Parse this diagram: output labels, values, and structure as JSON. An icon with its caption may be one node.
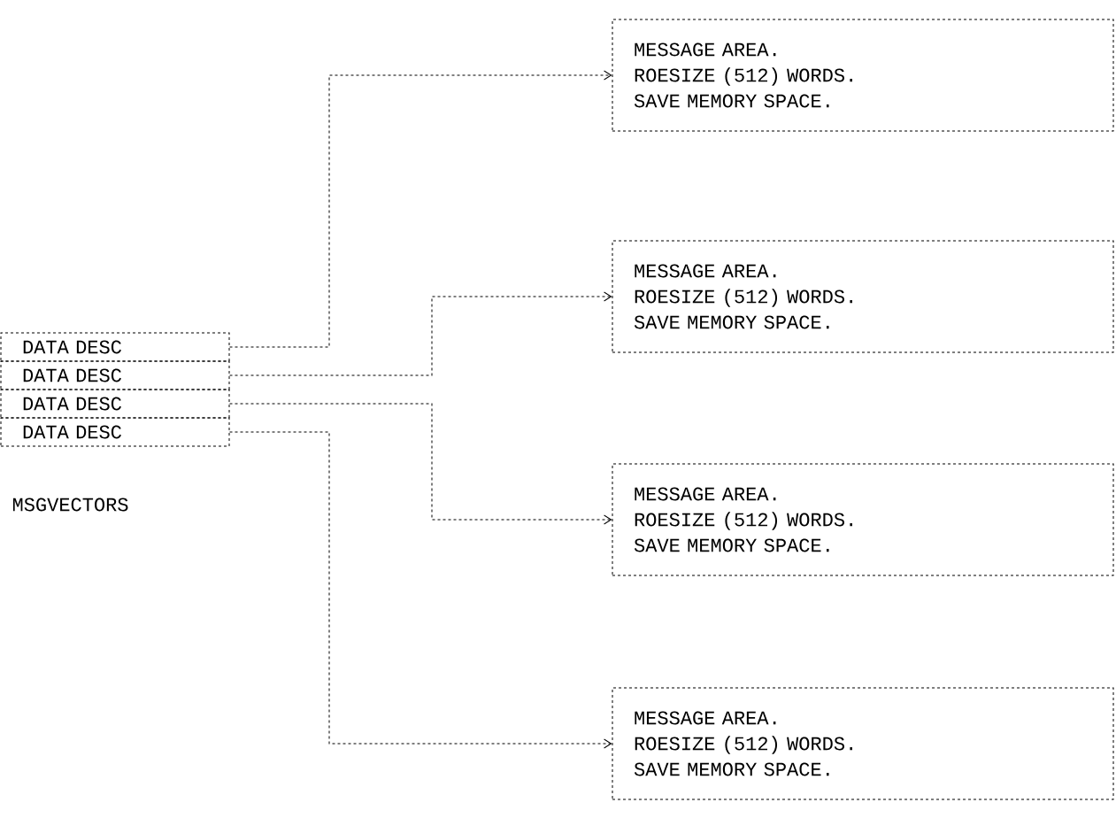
{
  "diagram": {
    "nodes": [
      {
        "text": [
          "DATA DESC"
        ]
      },
      {
        "text": [
          "DATA DESC"
        ]
      },
      {
        "text": [
          "DATA DESC"
        ]
      },
      {
        "text": [
          "DATA DESC"
        ]
      },
      {
        "text": [
          "MESSAGE AREA.",
          "ROESIZE (512) WORDS.",
          "SAVE MEMORY SPACE."
        ]
      },
      {
        "text": [
          "MESSAGE AREA.",
          "ROESIZE (512) WORDS.",
          "SAVE MEMORY SPACE."
        ]
      },
      {
        "text": [
          "MESSAGE AREA.",
          "ROESIZE (512) WORDS.",
          "SAVE MEMORY SPACE."
        ]
      },
      {
        "text": [
          "MESSAGE AREA.",
          "ROESIZE (512) WORDS.",
          "SAVE MEMORY SPACE."
        ]
      }
    ],
    "edges": [
      {
        "from": 0,
        "to": 4,
        "arrow": "to",
        "style": "dashed"
      },
      {
        "from": 1,
        "to": 5,
        "arrow": "to",
        "style": "dashed"
      },
      {
        "from": 2,
        "to": 6,
        "arrow": "to",
        "style": "dashed"
      },
      {
        "from": 3,
        "to": 7,
        "arrow": "to",
        "style": "dashed"
      }
    ],
    "labels": [
      "MSGVECTORS"
    ]
  }
}
